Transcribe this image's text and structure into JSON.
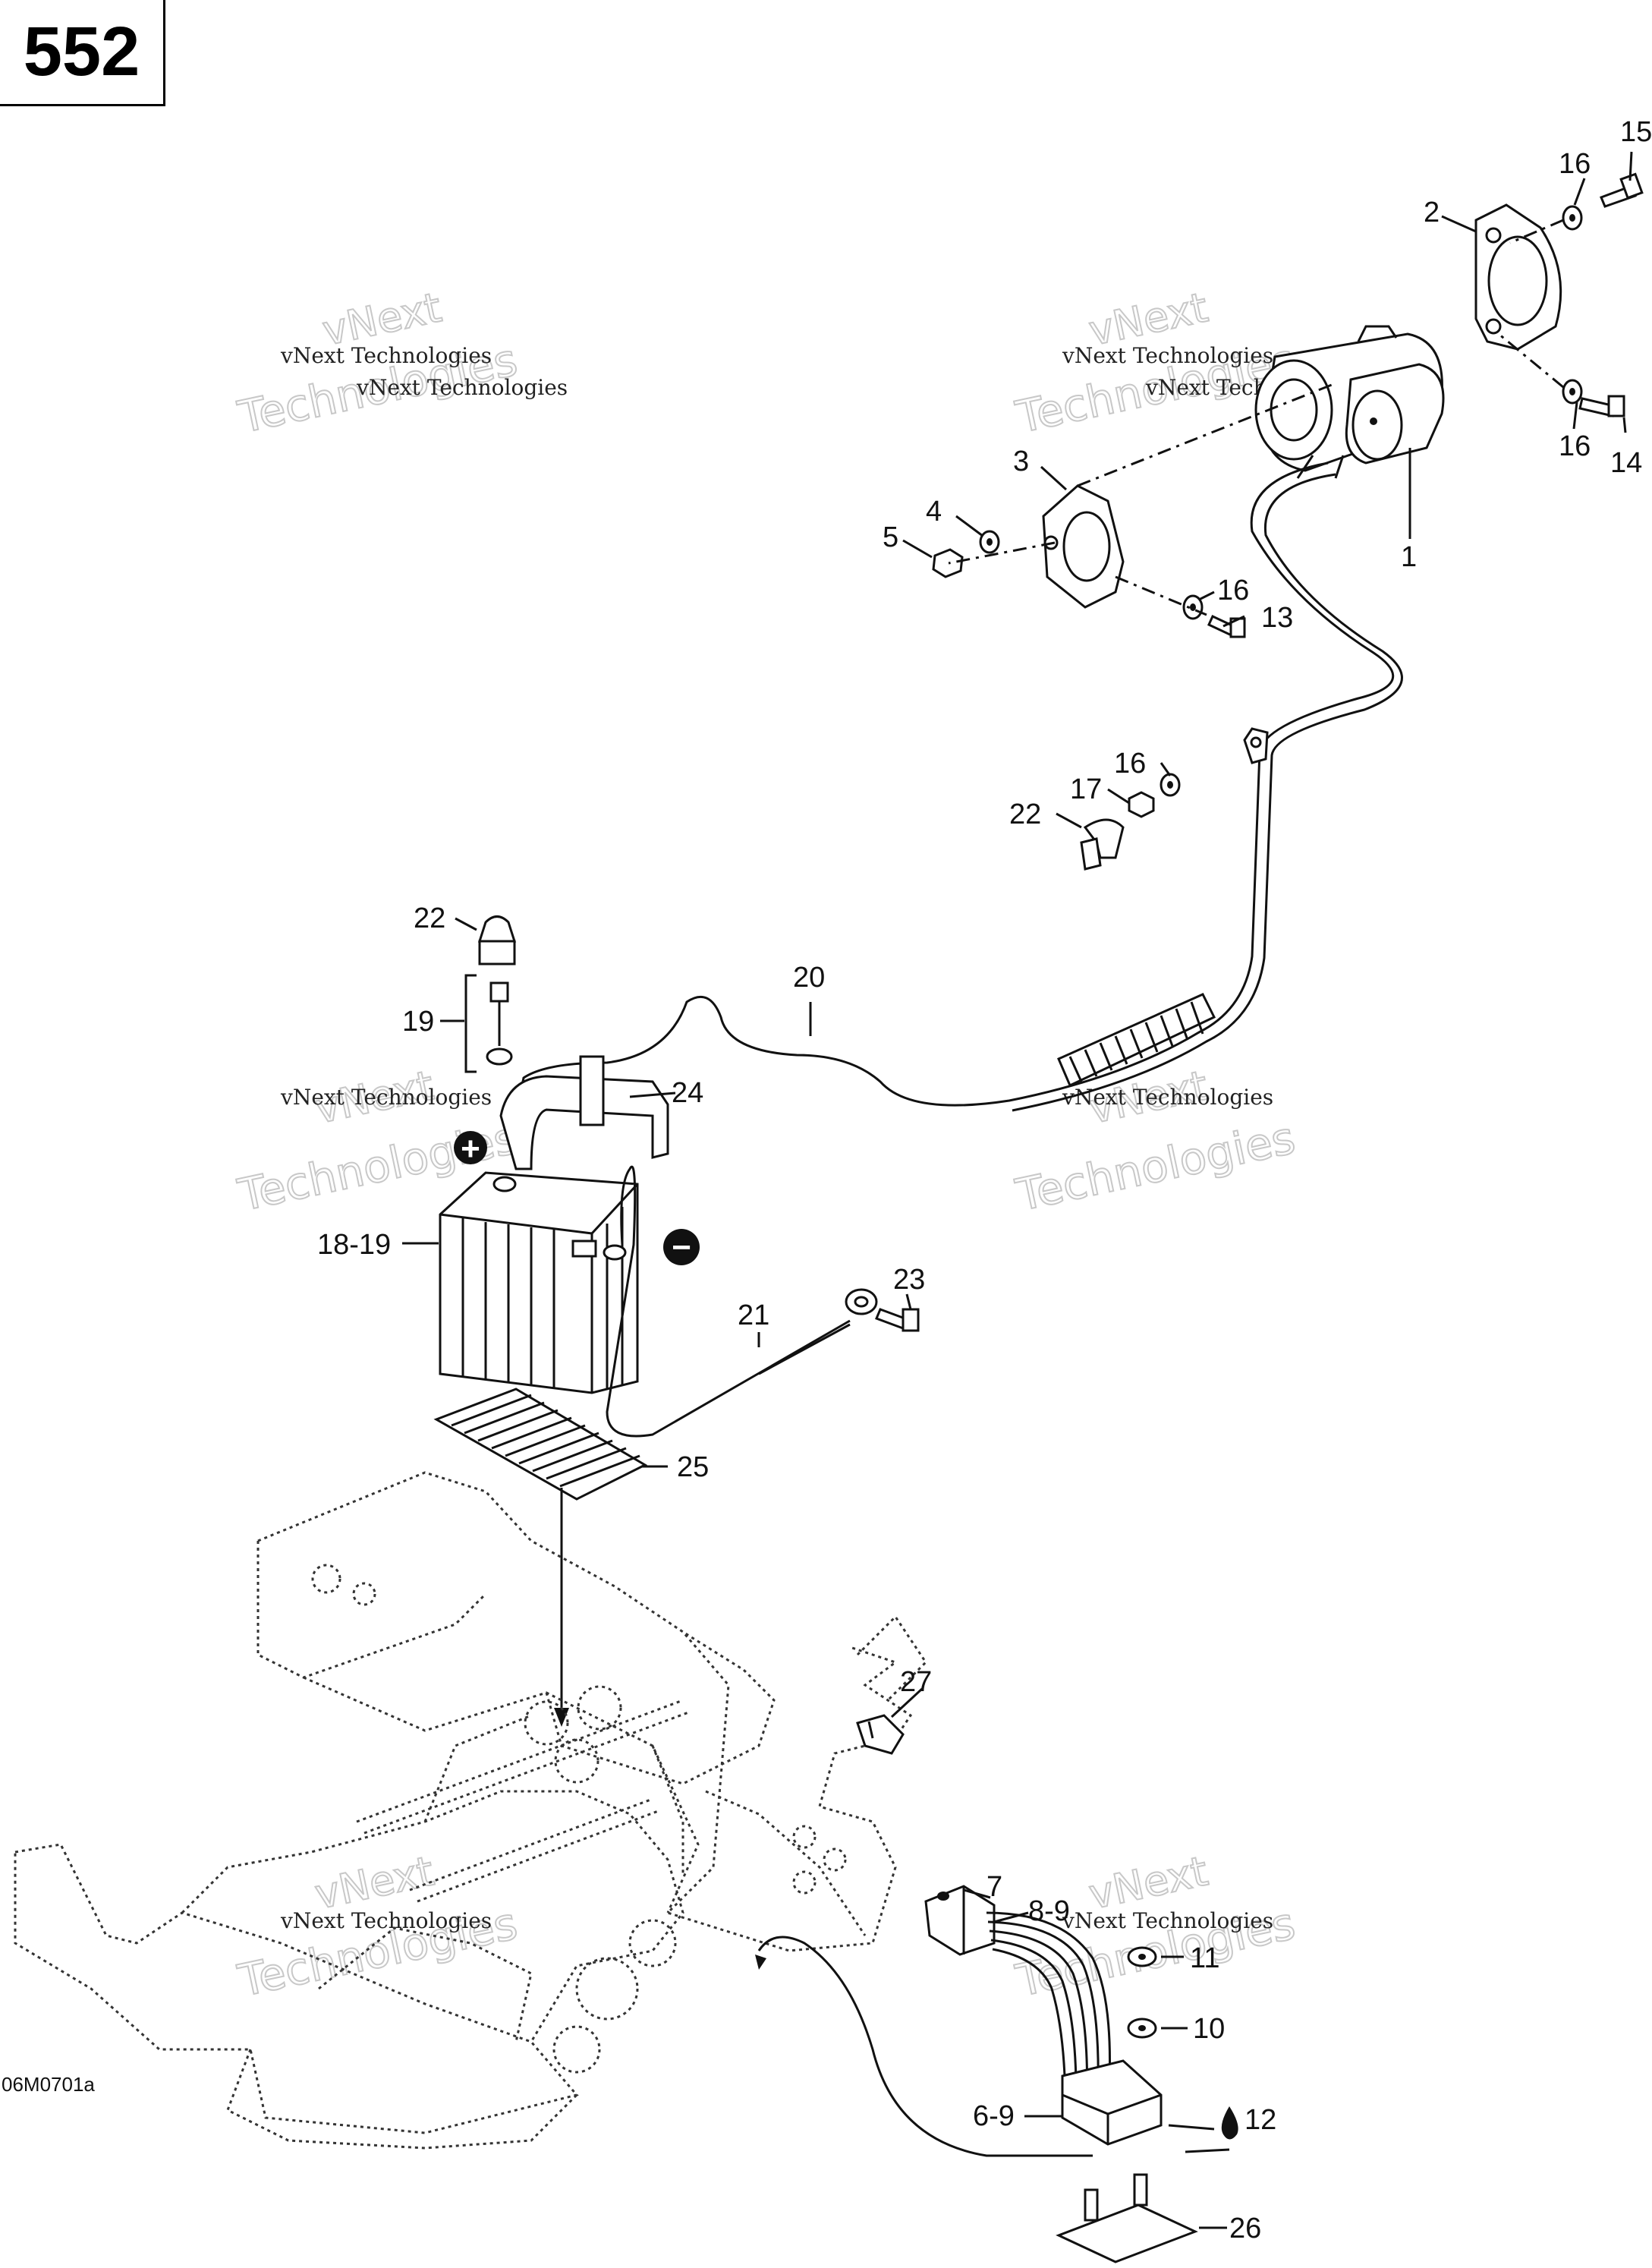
{
  "page_number": "552",
  "drawing_code": "06M0701a",
  "watermark": {
    "line1": "vNext Technologies",
    "line2a": "vNext",
    "line2b": "Technologies"
  },
  "callouts": {
    "c1": "1",
    "c2": "2",
    "c3": "3",
    "c4": "4",
    "c5": "5",
    "c6_9": "6-9",
    "c7": "7",
    "c8_9": "8-9",
    "c10": "10",
    "c11": "11",
    "c12": "12",
    "c13": "13",
    "c14": "14",
    "c15": "15",
    "c16a": "16",
    "c16b": "16",
    "c16c": "16",
    "c16d": "16",
    "c17": "17",
    "c18_19": "18-19",
    "c19": "19",
    "c20": "20",
    "c21": "21",
    "c22a": "22",
    "c22b": "22",
    "c23": "23",
    "c24": "24",
    "c25": "25",
    "c26": "26",
    "c27": "27"
  },
  "terminals": {
    "positive": "+",
    "negative": "−"
  }
}
